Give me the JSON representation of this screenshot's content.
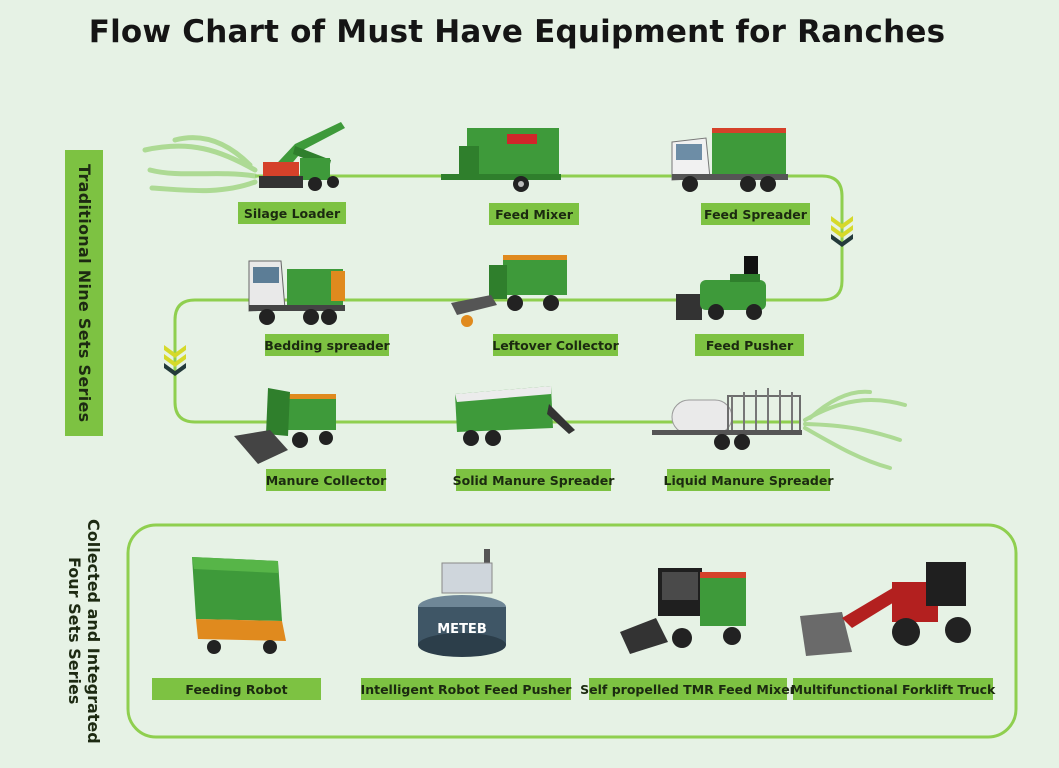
{
  "title": "Flow Chart of Must Have Equipment for Ranches",
  "sections": {
    "traditional": "Traditional Nine Sets Series",
    "integrated": "Collected and Integrated Four Sets Series"
  },
  "traditional_items": [
    {
      "label": "Silage Loader",
      "icon": "silage-loader-icon"
    },
    {
      "label": "Feed Mixer",
      "icon": "feed-mixer-icon"
    },
    {
      "label": "Feed Spreader",
      "icon": "feed-spreader-truck-icon"
    },
    {
      "label": "Bedding spreader",
      "icon": "bedding-spreader-truck-icon"
    },
    {
      "label": "Leftover Collector",
      "icon": "leftover-collector-icon"
    },
    {
      "label": "Feed Pusher",
      "icon": "feed-pusher-icon"
    },
    {
      "label": "Manure Collector",
      "icon": "manure-collector-icon"
    },
    {
      "label": "Solid Manure Spreader",
      "icon": "solid-manure-spreader-icon"
    },
    {
      "label": "Liquid Manure Spreader",
      "icon": "liquid-manure-spreader-icon"
    }
  ],
  "integrated_items": [
    {
      "label": "Feeding Robot",
      "icon": "feeding-robot-icon"
    },
    {
      "label": "Intelligent Robot Feed Pusher",
      "icon": "robot-feed-pusher-icon",
      "brand": "METEB"
    },
    {
      "label": "Self propelled TMR Feed Mixer",
      "icon": "tmr-mixer-icon"
    },
    {
      "label": "Multifunctional Forklift Truck",
      "icon": "forklift-truck-icon"
    }
  ],
  "colors": {
    "accent": "#7dc242",
    "line": "#8fcf4f",
    "background": "#e6f2e5",
    "machine_green": "#3e9a3a",
    "machine_orange": "#e08a1e",
    "arrow_yellow": "#d6d92a",
    "arrow_dark": "#233a3a"
  }
}
